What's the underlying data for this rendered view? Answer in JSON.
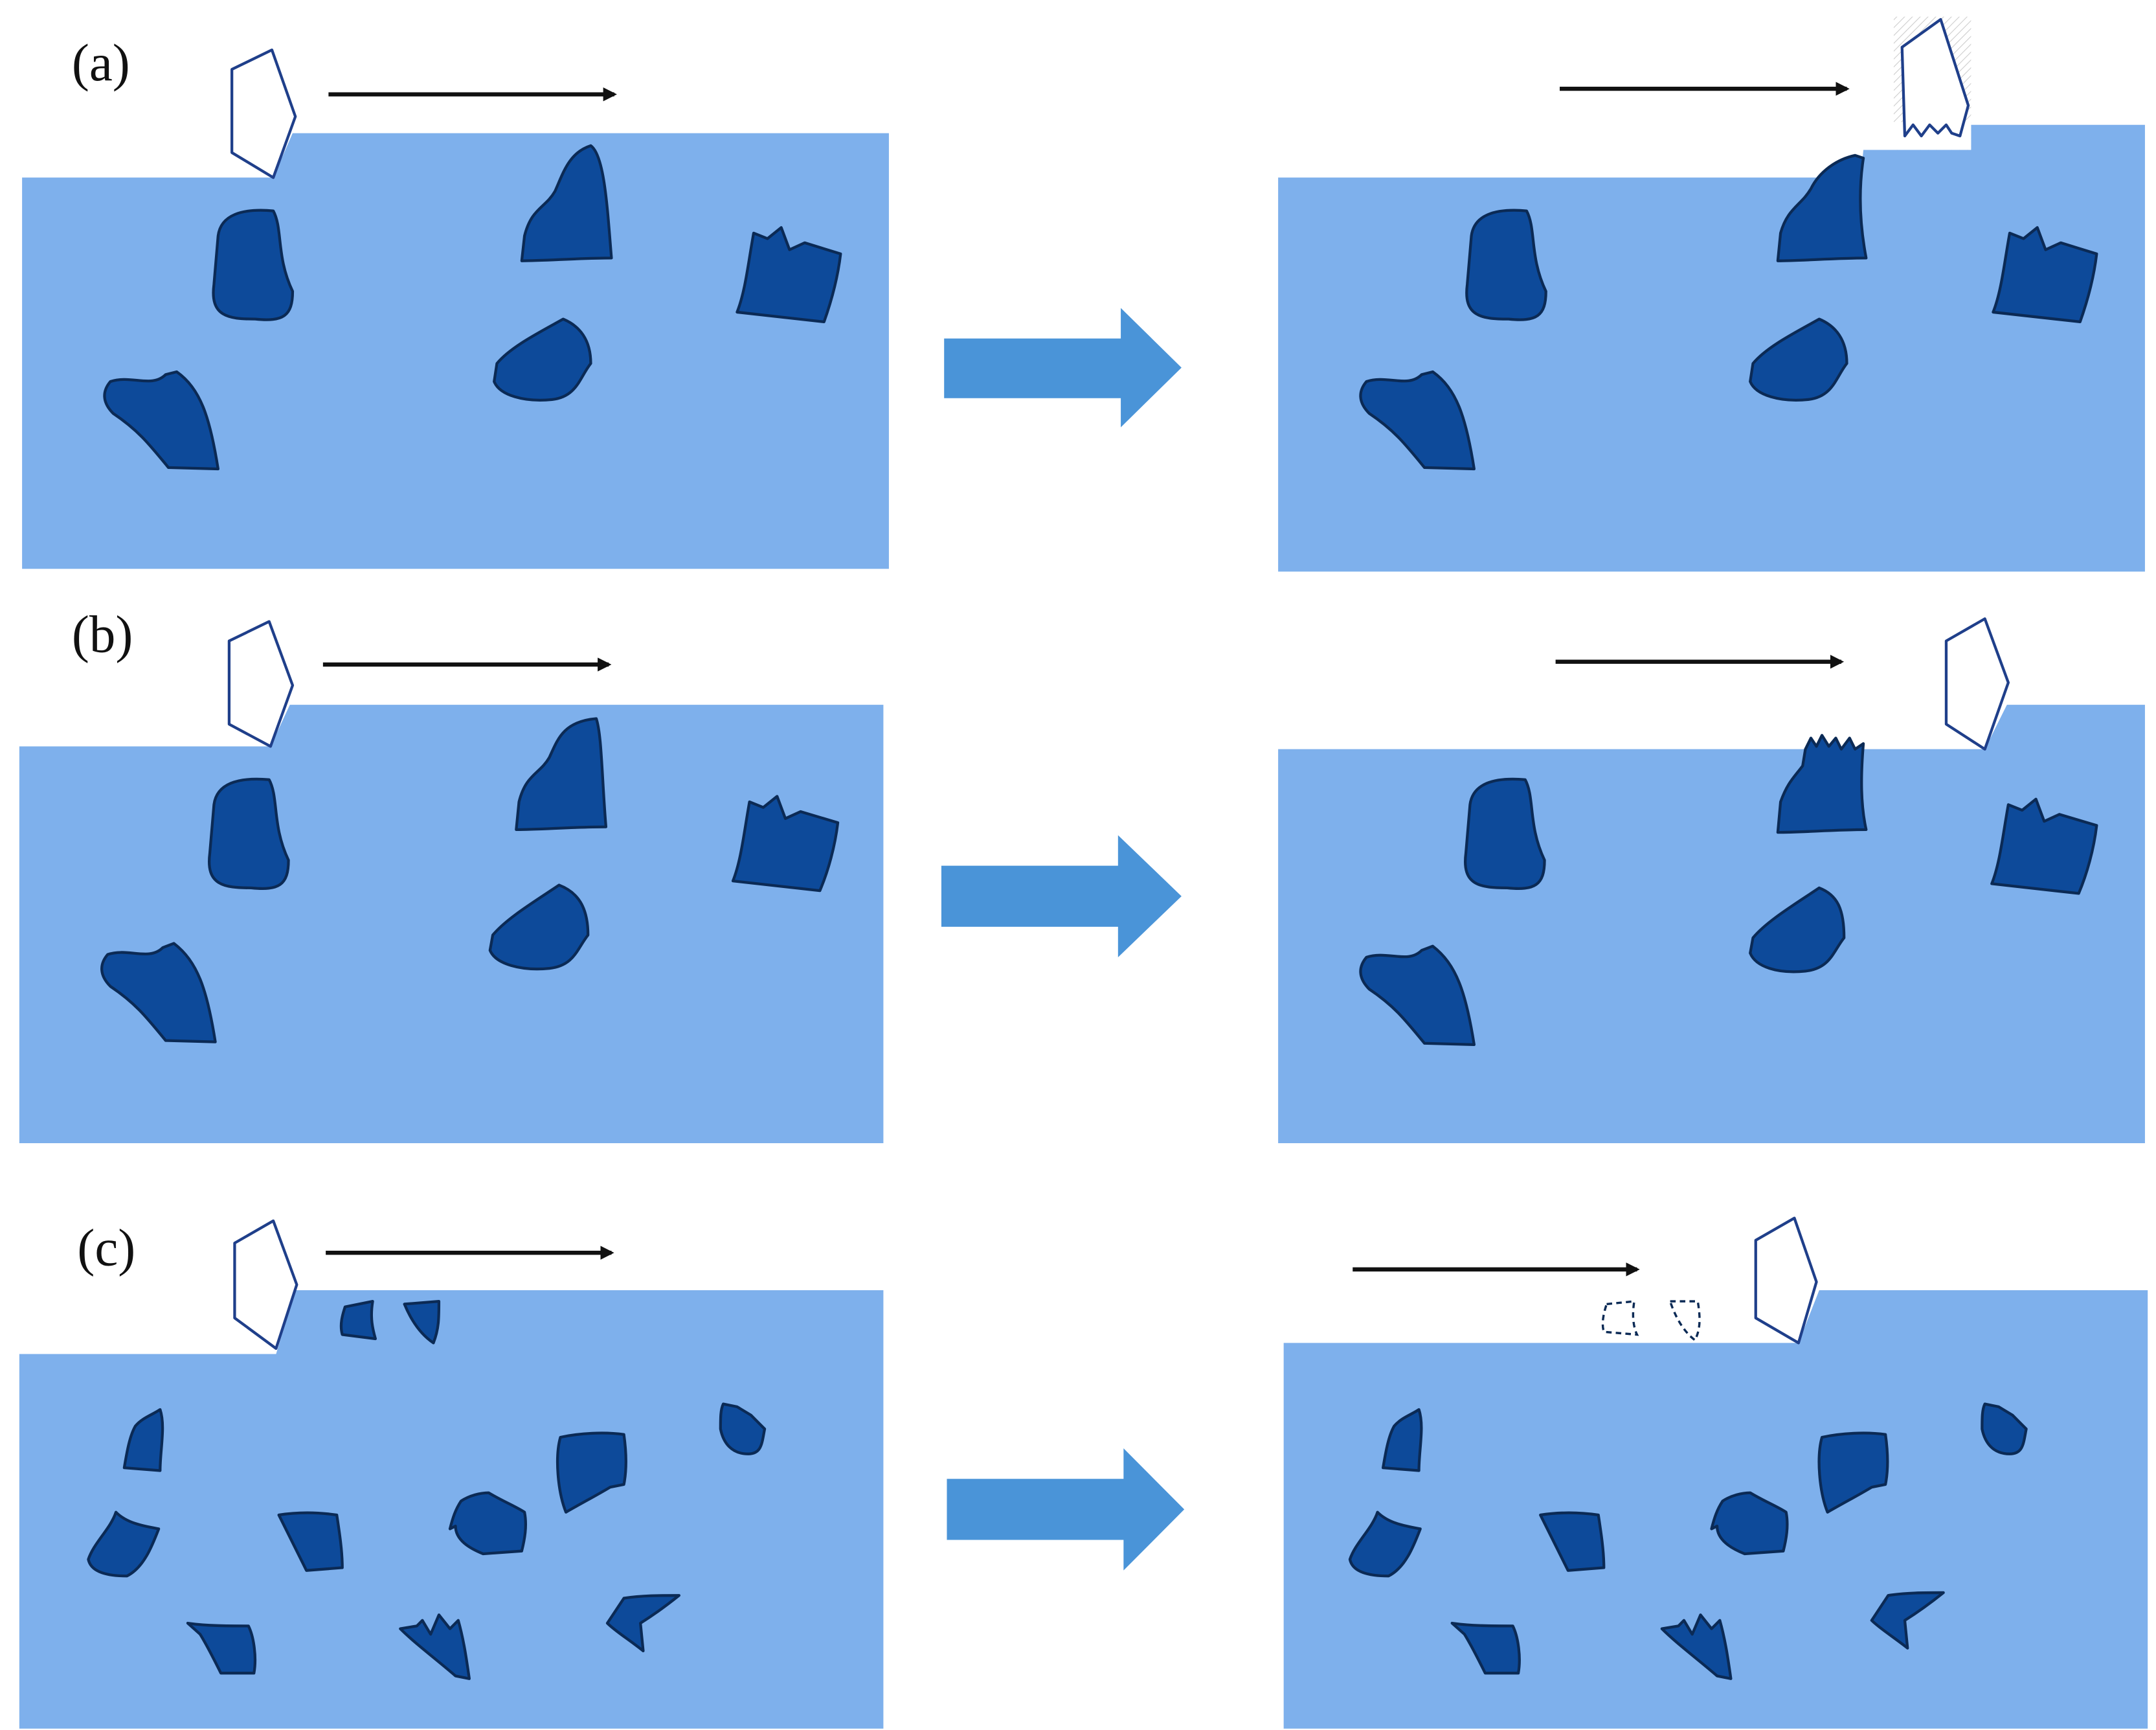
{
  "rows": [
    {
      "id": "a",
      "label": "(a)"
    },
    {
      "id": "b",
      "label": "(b)"
    },
    {
      "id": "c",
      "label": "(c)"
    }
  ],
  "colors": {
    "workpiece": "#7EB0EC",
    "particle": "#0D4A9A",
    "particle_outline": "#0B2A55",
    "tool_outline": "#1F3F8A",
    "process_arrow": "#4A94D8",
    "motion_arrow": "#111111",
    "background": "#FFFFFF"
  },
  "icons": {
    "cutting_tool": "pentagon-tool-icon",
    "worn_tool": "worn-tool-icon",
    "motion": "arrow-right-icon",
    "process": "block-arrow-right-icon"
  }
}
